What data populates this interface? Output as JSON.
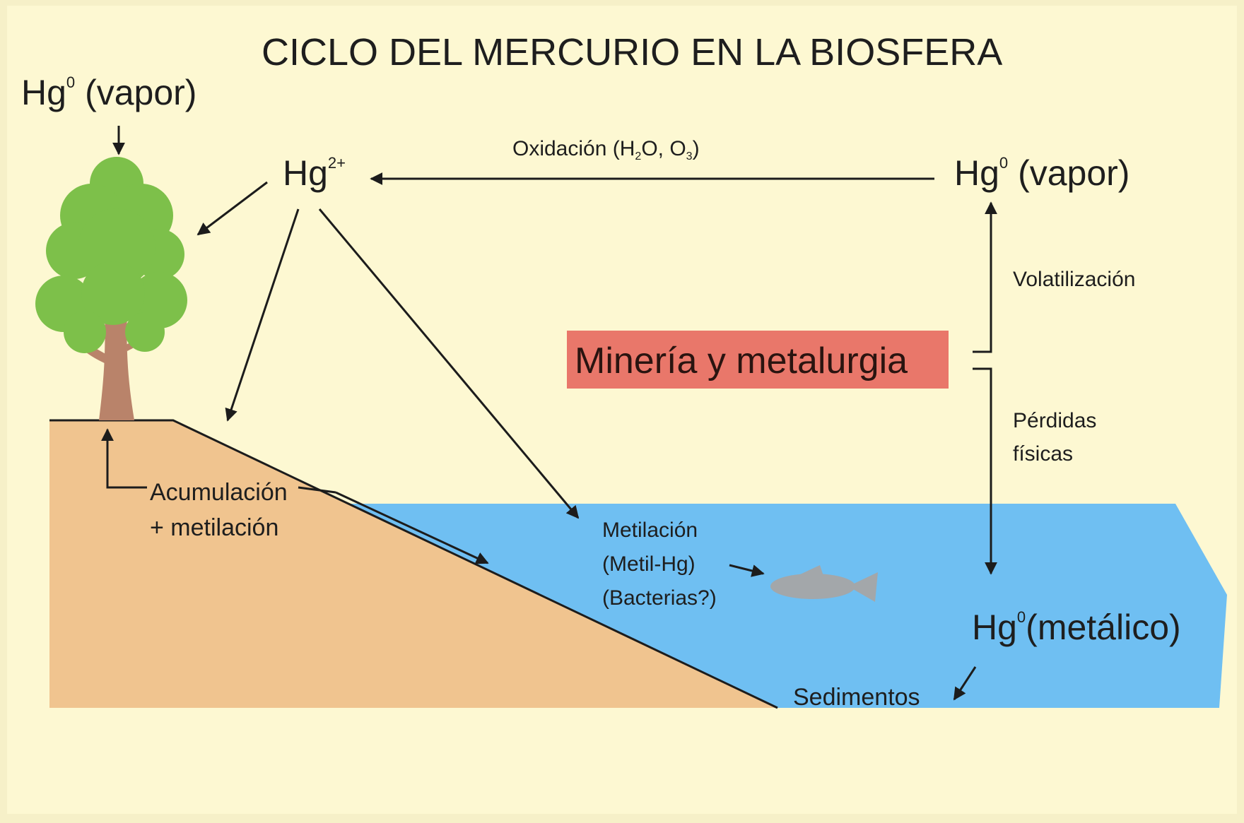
{
  "title": "CICLO DEL MERCURIO EN LA BIOSFERA",
  "colors": {
    "background": "#f6f0c8",
    "inner_panel": "#fdf8d2",
    "soil": "#f0c48f",
    "water": "#6fbff2",
    "mining_box": "#e9776a",
    "tree_foliage": "#7dc04a",
    "tree_trunk": "#b9836a",
    "fish": "#a3a7aa"
  },
  "icons": [
    "tree-icon",
    "fish-icon"
  ],
  "labels": {
    "hg_vapor_left": {
      "base": "Hg",
      "sup": "0",
      "rest": " (vapor)"
    },
    "hg2": {
      "base": "Hg",
      "sup": "2+"
    },
    "hg_vapor_right": {
      "base": "Hg",
      "sup": "0",
      "rest": " (vapor)"
    },
    "hg_metalico": {
      "base": "Hg",
      "sup": "0",
      "rest": "(metálico)"
    },
    "oxidacion": {
      "p1": "Oxidación (H",
      "s1": "2",
      "p2": "O, O",
      "s2": "3",
      "p3": ")"
    },
    "volatilizacion": "Volatilización",
    "perdidas_line1": "Pérdidas",
    "perdidas_line2": "físicas",
    "mineria": "Minería y metalurgia",
    "acumulacion_line1": "Acumulación",
    "acumulacion_line2": "+ metilación",
    "metilacion_line1": "Metilación",
    "metilacion_line2": "(Metil-Hg)",
    "metilacion_line3": "(Bacterias?)",
    "sedimentos": "Sedimentos"
  }
}
